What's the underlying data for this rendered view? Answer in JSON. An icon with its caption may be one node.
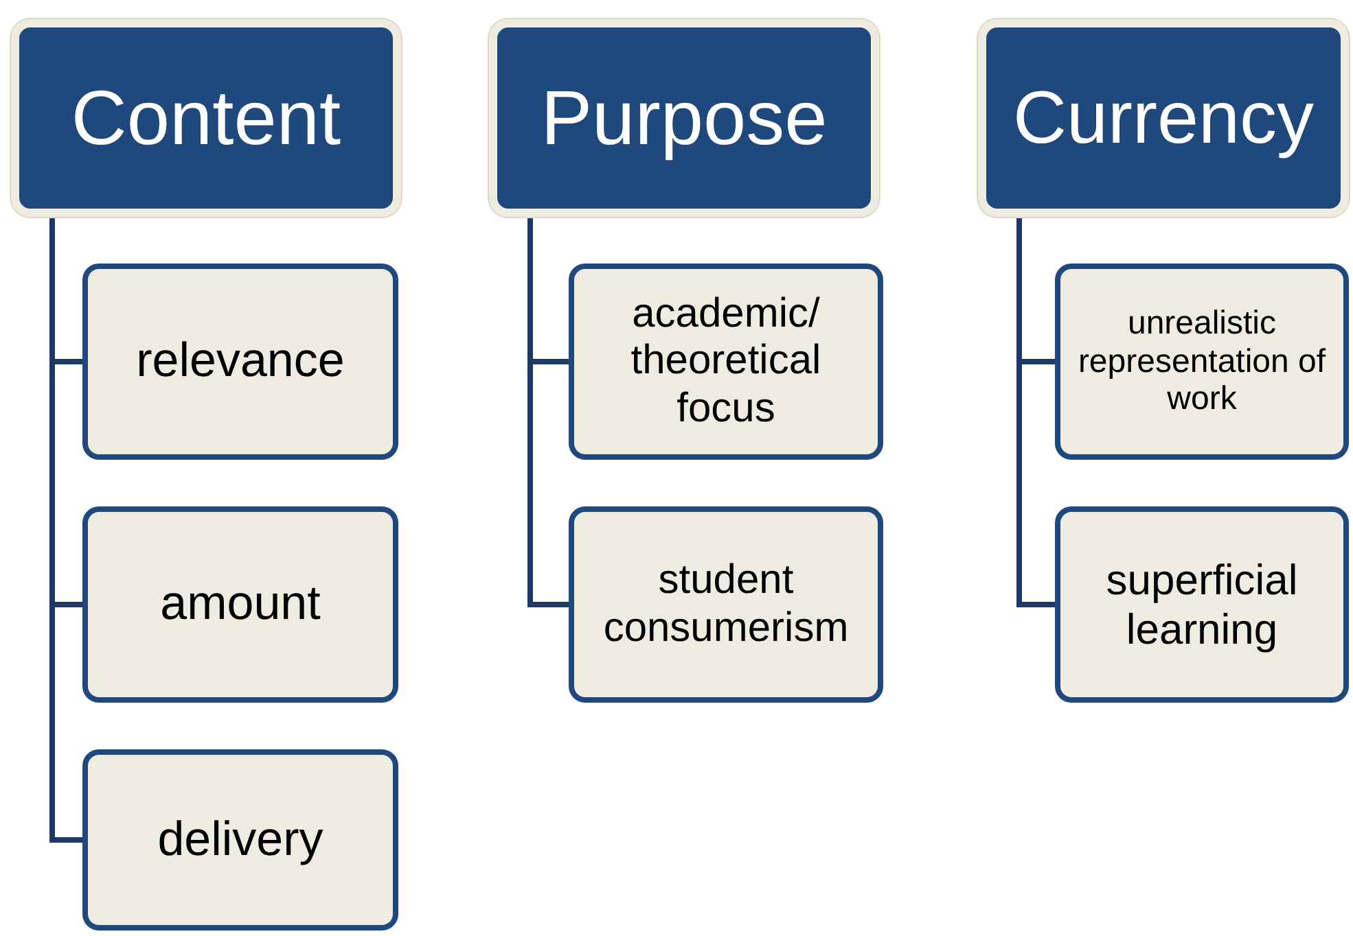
{
  "diagram": {
    "nodes": [
      {
        "text": [
          "Content"
        ]
      },
      {
        "text": [
          "relevance"
        ]
      },
      {
        "text": [
          "amount"
        ]
      },
      {
        "text": [
          "delivery"
        ]
      },
      {
        "text": [
          "Purpose"
        ]
      },
      {
        "text": [
          "academic/ theoretical focus"
        ]
      },
      {
        "text": [
          "student consumerism"
        ]
      },
      {
        "text": [
          "Currency"
        ]
      },
      {
        "text": [
          "unrealistic representation of work"
        ]
      },
      {
        "text": [
          "superficial learning"
        ]
      }
    ],
    "edges": [
      {
        "from": 0,
        "to": 1,
        "arrow": "none"
      },
      {
        "from": 0,
        "to": 2,
        "arrow": "none"
      },
      {
        "from": 0,
        "to": 3,
        "arrow": "none"
      },
      {
        "from": 4,
        "to": 5,
        "arrow": "none"
      },
      {
        "from": 4,
        "to": 6,
        "arrow": "none"
      },
      {
        "from": 7,
        "to": 8,
        "arrow": "none"
      },
      {
        "from": 7,
        "to": 9,
        "arrow": "none"
      }
    ]
  }
}
